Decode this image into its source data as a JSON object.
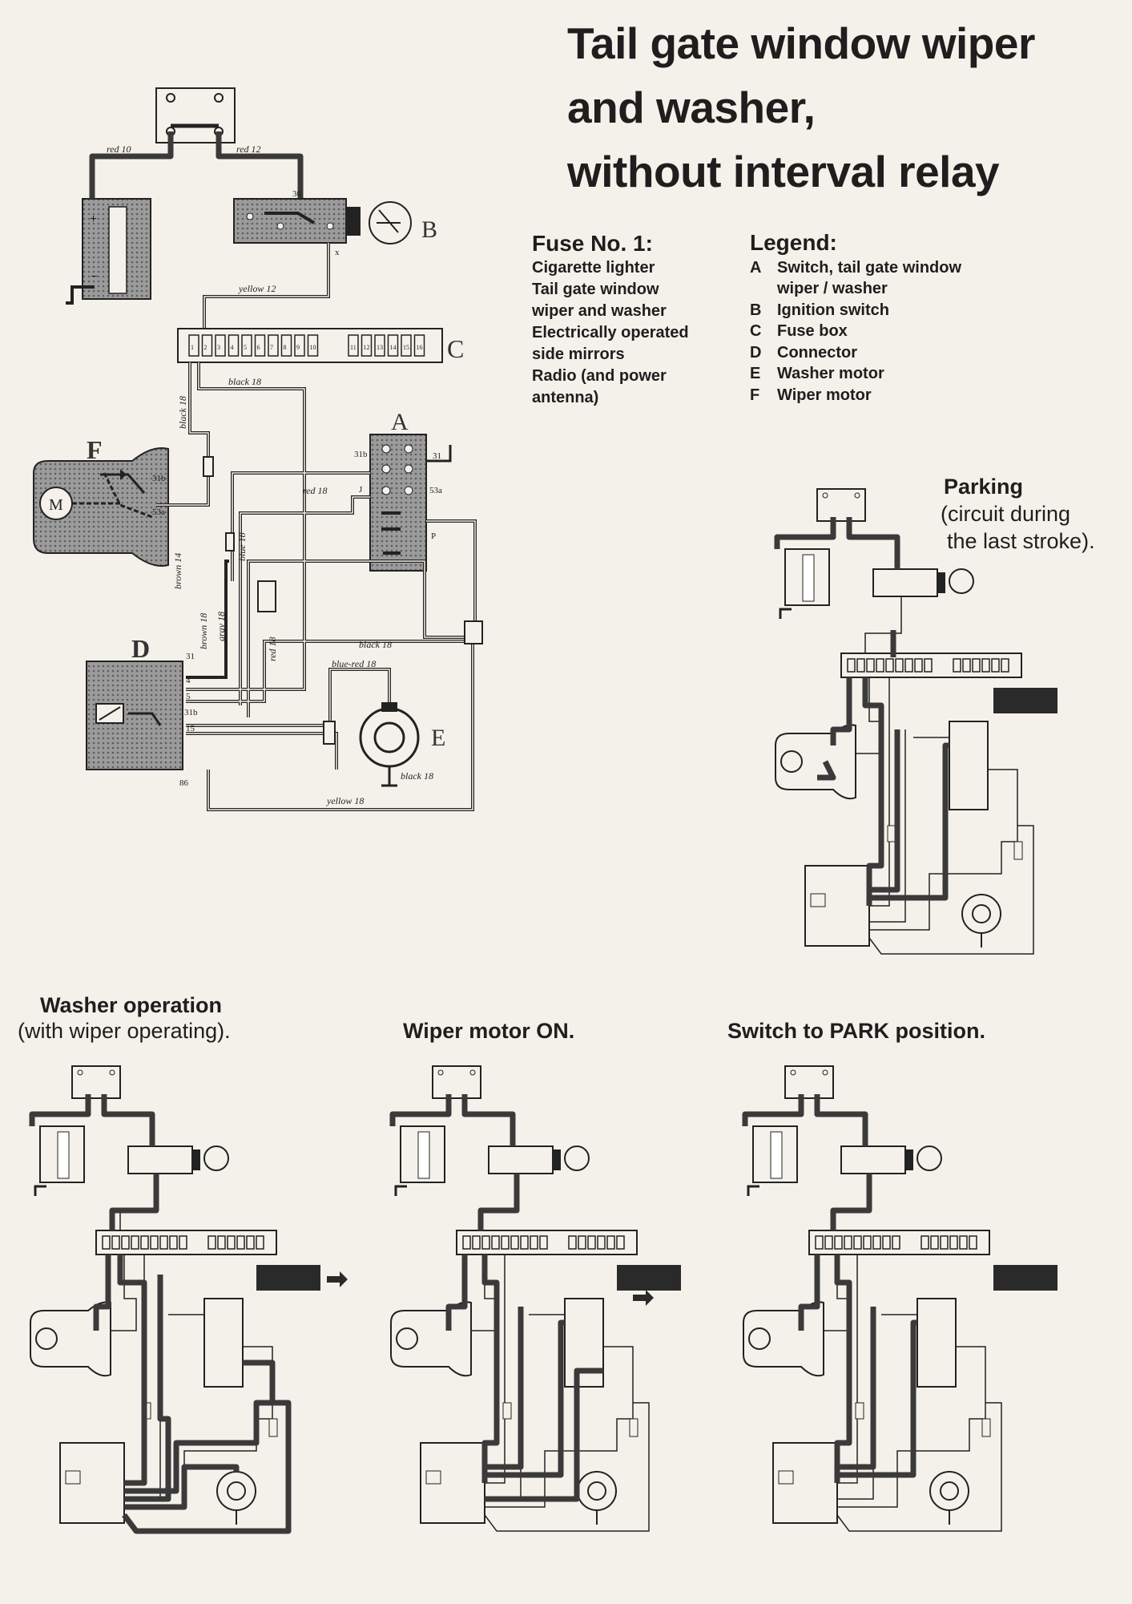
{
  "title": {
    "line1": "Tail gate window wiper",
    "line2": "and washer,",
    "line3": "without interval relay"
  },
  "fuse": {
    "heading": "Fuse No. 1:",
    "items": [
      "Cigarette lighter",
      "Tail gate window",
      "wiper and washer",
      "Electrically operated",
      "side mirrors",
      "Radio (and power",
      "antenna)"
    ]
  },
  "legend": {
    "heading": "Legend:",
    "items": [
      {
        "key": "A",
        "text": "Switch, tail gate window"
      },
      {
        "key": "",
        "text": "wiper / washer"
      },
      {
        "key": "B",
        "text": "Ignition switch"
      },
      {
        "key": "C",
        "text": "Fuse box"
      },
      {
        "key": "D",
        "text": "Connector"
      },
      {
        "key": "E",
        "text": "Washer motor"
      },
      {
        "key": "F",
        "text": "Wiper motor"
      }
    ]
  },
  "captions": {
    "parking_title": "Parking",
    "parking_sub1": "(circuit during",
    "parking_sub2": "the last stroke).",
    "washer_title": "Washer operation",
    "washer_sub": "(with wiper operating).",
    "wiper_on": "Wiper motor ON.",
    "park_switch": "Switch to PARK position."
  },
  "component_letters": {
    "a": "A",
    "b": "B",
    "c": "C",
    "d": "D",
    "e": "E",
    "f": "F",
    "m": "M"
  },
  "wire_labels": {
    "red10": "red 10",
    "red12": "red 12",
    "yellow12": "yellow 12",
    "black18_a": "black 18",
    "black18_b": "black 18",
    "red18": "red 18",
    "blue18": "blue 18",
    "brown14": "brown 14",
    "brown18": "brown 18",
    "gray18": "gray 18",
    "red18_b": "red 18",
    "black18_c": "black 18",
    "bluered18": "blue-red 18",
    "black18_e": "black 18",
    "yellow18": "yellow 18"
  },
  "pin_labels": {
    "p30": "30",
    "px": "x",
    "p31b": "31b",
    "pJ": "J",
    "p53a": "53a",
    "pP": "P",
    "p31": "31",
    "m31b": "31b",
    "m53a": "53a",
    "d31": "31",
    "d4": "4",
    "d5": "5",
    "d31b": "31b",
    "d15": "15",
    "d86": "86"
  },
  "fuse_numbers": [
    "1",
    "2",
    "3",
    "4",
    "5",
    "6",
    "7",
    "8",
    "9",
    "10",
    "11",
    "12",
    "13",
    "14",
    "15",
    "16"
  ],
  "colors": {
    "wire": "#3a3a3a",
    "paper": "#f4f1ea",
    "ink": "#1e1e1e",
    "shade": "#8a8a8a"
  }
}
